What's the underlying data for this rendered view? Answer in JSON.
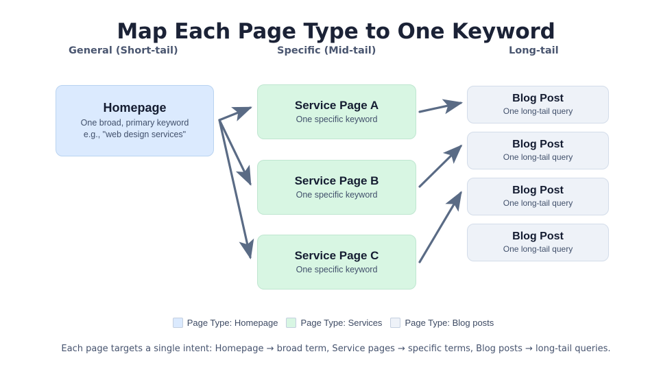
{
  "header": {
    "title": "Map Each Page Type to One Keyword",
    "columns": [
      {
        "label": "General (Short-tail)"
      },
      {
        "label": "Specific (Mid-tail)"
      },
      {
        "label": "Long-tail"
      }
    ]
  },
  "nodes": {
    "homepage": {
      "title": "Homepage",
      "line1": "One broad, primary keyword",
      "line2": "e.g., \"web design services\""
    },
    "services": [
      {
        "title": "Service Page A",
        "sub": "One specific keyword"
      },
      {
        "title": "Service Page B",
        "sub": "One specific keyword"
      },
      {
        "title": "Service Page C",
        "sub": "One specific keyword"
      }
    ],
    "blogs": [
      {
        "title": "Blog Post",
        "sub": "One long-tail query"
      },
      {
        "title": "Blog Post",
        "sub": "One long-tail query"
      },
      {
        "title": "Blog Post",
        "sub": "One long-tail query"
      },
      {
        "title": "Blog Post",
        "sub": "One long-tail query"
      }
    ]
  },
  "legend": [
    {
      "label": "Page Type: Homepage",
      "color": "#dbeafe"
    },
    {
      "label": "Page Type: Services",
      "color": "#d8f6e3"
    },
    {
      "label": "Page Type: Blog posts",
      "color": "#eef2f8"
    }
  ],
  "footnote": "Each page targets a single intent: Homepage → broad term, Service pages → specific terms, Blog posts → long-tail queries.",
  "colors": {
    "title": "#1b2236",
    "column_header": "#4a5670",
    "arrow": "#5a6b85",
    "homepage_fill": "#dbeafe",
    "service_fill": "#d8f6e3",
    "blog_fill": "#eef2f8",
    "background": "#ffffff"
  }
}
